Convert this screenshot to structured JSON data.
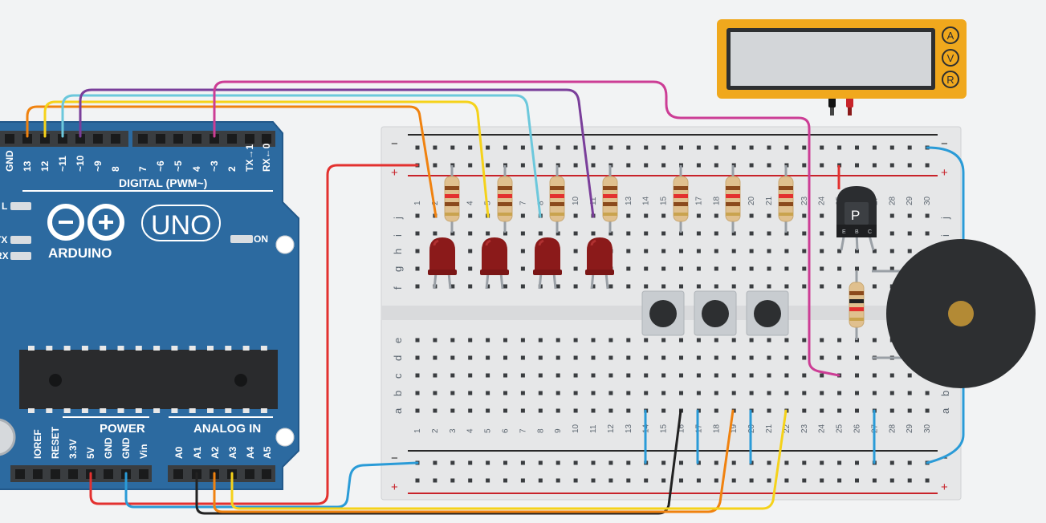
{
  "arduino": {
    "brand": "ARDUINO",
    "model": "UNO",
    "on_label": "ON",
    "digital_header": "DIGITAL (PWM~)",
    "power_header": "POWER",
    "analog_header": "ANALOG IN",
    "digital_pins": [
      "GND",
      "13",
      "12",
      "~11",
      "~10",
      "~9",
      "8",
      "7",
      "~6",
      "~5",
      "4",
      "~3",
      "2",
      "TX→1",
      "RX←0"
    ],
    "power_pins": [
      "IOREF",
      "RESET",
      "3.3V",
      "5V",
      "GND",
      "GND",
      "Vin"
    ],
    "analog_pins": [
      "A0",
      "A1",
      "A2",
      "A3",
      "A4",
      "A5"
    ],
    "led_labels": [
      "L",
      "TX",
      "RX"
    ]
  },
  "breadboard": {
    "rows_top": [
      "j",
      "i",
      "h",
      "g",
      "f"
    ],
    "rows_bottom": [
      "e",
      "d",
      "c",
      "b",
      "a"
    ],
    "columns": 30,
    "rail_minus": "−",
    "rail_plus": "+"
  },
  "multimeter": {
    "modes": [
      "A",
      "V",
      "R"
    ]
  },
  "transistor": {
    "label": "P",
    "pins": [
      "E",
      "B",
      "C"
    ]
  },
  "colors": {
    "board": "#2c6aa0",
    "wire_red": "#e3312f",
    "wire_blue": "#2a9bd7",
    "wire_orange": "#f0820f",
    "wire_yellow": "#f5d21a",
    "wire_cyan": "#6cc8dc",
    "wire_purple": "#7a3e9a",
    "wire_magenta": "#cc3d95",
    "wire_black": "#222222",
    "meter_body": "#f0a81d",
    "led_red": "#8b1a1a"
  }
}
